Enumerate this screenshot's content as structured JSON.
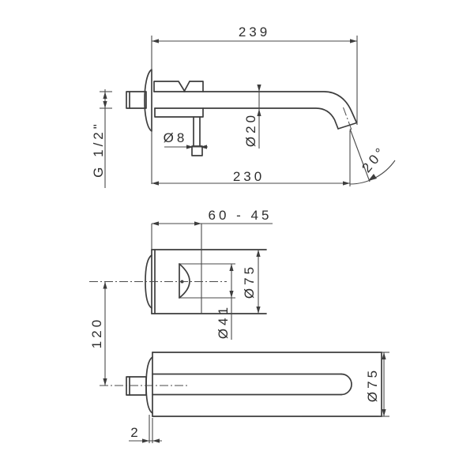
{
  "labels": {
    "overall_length": "239",
    "spout_projection": "230",
    "inlet_thread": "G 1/2\"",
    "hole_diameter": "Ø8",
    "spout_tube_diameter": "Ø20",
    "spout_end_angle": "20°",
    "wall_depth_range": "60 - 45",
    "escutcheon_diameter": "Ø75",
    "handle_diameter": "Ø41",
    "vertical_center_distance": "120",
    "spout_plate_diameter": "Ø75",
    "plate_thickness": "2"
  },
  "colors": {
    "background": "#ffffff",
    "line": "#3d3d3d",
    "text": "#2e2e2e"
  }
}
